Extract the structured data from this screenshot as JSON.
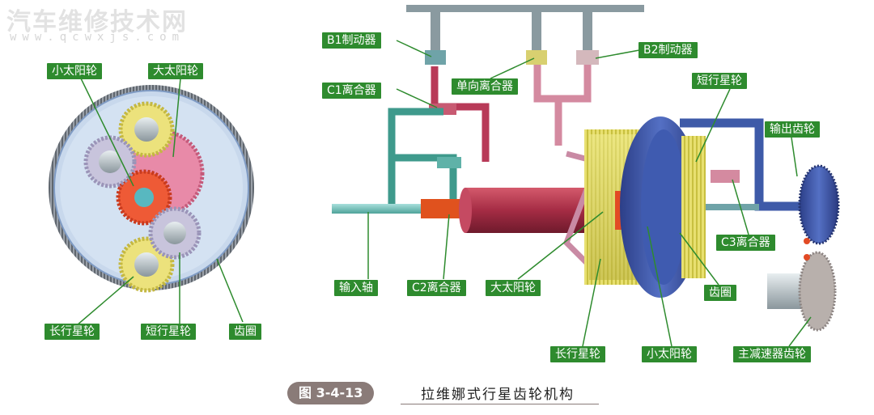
{
  "watermark": {
    "title": "汽车维修技术网",
    "url": "www.qcwxjs.com"
  },
  "left_labels": {
    "small_sun": "小太阳轮",
    "big_sun": "大太阳轮",
    "long_planet": "长行星轮",
    "short_planet": "短行星轮",
    "ring": "齿圈"
  },
  "right_labels": {
    "b1": "B1制动器",
    "one_way": "单向离合器",
    "b2": "B2制动器",
    "c1": "C1离合器",
    "short_planet": "短行星轮",
    "output_gear": "输出齿轮",
    "c3": "C3离合器",
    "input_shaft": "输入轴",
    "c2": "C2离合器",
    "big_sun": "大太阳轮",
    "ring": "齿圈",
    "long_planet": "长行星轮",
    "small_sun": "小太阳轮",
    "final_drive": "主减速器齿轮"
  },
  "caption": {
    "figure_no": "图 3-4-13",
    "title": "拉维娜式行星齿轮机构"
  },
  "colors": {
    "label_bg": "#2e8b2e",
    "ring_blue": "#3e5aa8",
    "long_planet_yellow": "#e8e070",
    "sun_red": "#e04a30",
    "big_sun_pink": "#e07aa0",
    "shaft_maroon": "#b0384e",
    "clutch_teal": "#3f9a8c",
    "brake_pink": "#d98aa0",
    "housing_gray": "#8a9aa0"
  }
}
